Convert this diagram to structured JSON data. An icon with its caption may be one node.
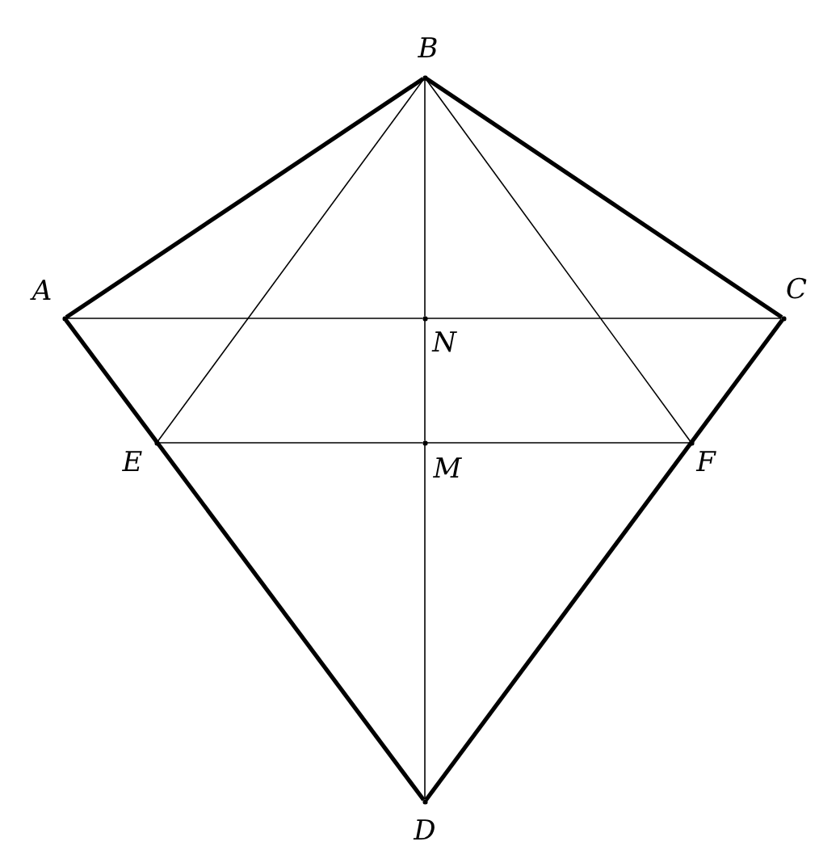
{
  "diagram": {
    "nodes": [
      {
        "text": [],
        "shape": "dot",
        "beside": [
          "B"
        ]
      },
      {
        "text": [],
        "shape": "dot",
        "beside": [
          "A"
        ]
      },
      {
        "text": [],
        "shape": "dot",
        "beside": [
          "C"
        ]
      },
      {
        "text": [],
        "shape": "dot",
        "beside": [
          "N"
        ]
      },
      {
        "text": [],
        "shape": "dot",
        "beside": [
          "E"
        ]
      },
      {
        "text": [],
        "shape": "dot",
        "beside": [
          "M"
        ]
      },
      {
        "text": [],
        "shape": "dot",
        "beside": [
          "F"
        ]
      },
      {
        "text": [],
        "shape": "dot",
        "beside": [
          "D"
        ]
      }
    ],
    "edges": [
      {
        "from": 1,
        "to": 0,
        "arrow": "none",
        "style": "thick"
      },
      {
        "from": 0,
        "to": 2,
        "arrow": "none",
        "style": "thick"
      },
      {
        "from": 2,
        "to": 7,
        "arrow": "none",
        "style": "thick"
      },
      {
        "from": 1,
        "to": 7,
        "arrow": "none",
        "style": "thick"
      },
      {
        "from": 1,
        "to": 3,
        "arrow": "none"
      },
      {
        "from": 3,
        "to": 2,
        "arrow": "none"
      },
      {
        "from": 4,
        "to": 5,
        "arrow": "none"
      },
      {
        "from": 5,
        "to": 6,
        "arrow": "none"
      },
      {
        "from": 0,
        "to": 3,
        "arrow": "none"
      },
      {
        "from": 3,
        "to": 5,
        "arrow": "none"
      },
      {
        "from": 5,
        "to": 7,
        "arrow": "none"
      },
      {
        "from": 0,
        "to": 4,
        "arrow": "none"
      },
      {
        "from": 0,
        "to": 6,
        "arrow": "none"
      }
    ]
  }
}
